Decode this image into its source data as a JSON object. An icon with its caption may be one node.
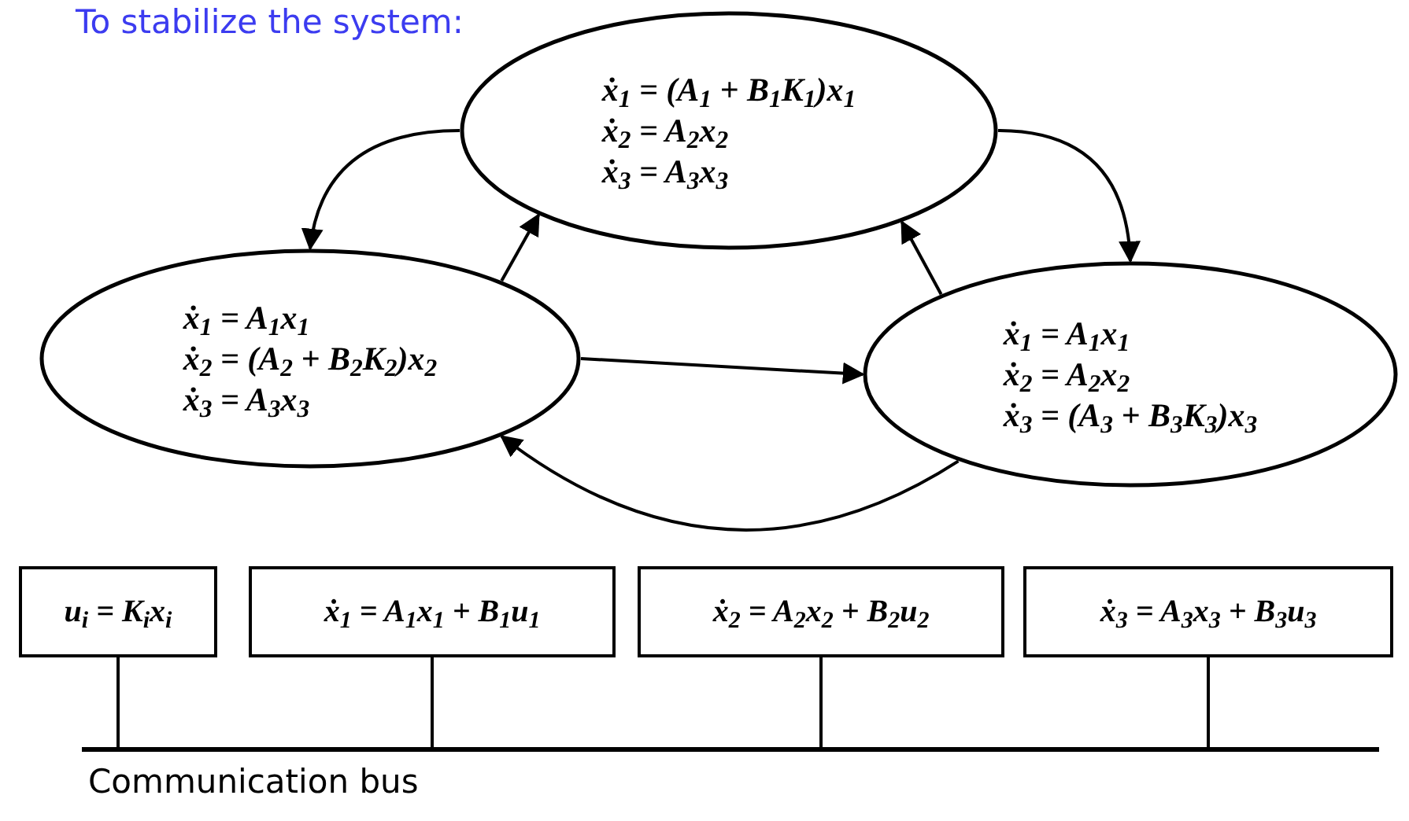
{
  "diagram": {
    "title": "To stabilize the system:",
    "nodes": [
      {
        "text": [
          "ẋ$_{1}$ = (A$_{1}$ + B$_{1}$K$_{1}$)x$_{1}$",
          "ẋ$_{2}$ = A$_{2}$x$_{2}$",
          "ẋ$_{3}$ = A$_{3}$x$_{3}$"
        ]
      },
      {
        "text": [
          "ẋ$_{1}$ = A$_{1}$x$_{1}$",
          "ẋ$_{2}$ = (A$_{2}$ + B$_{2}$K$_{2}$)x$_{2}$",
          "ẋ$_{3}$ = A$_{3}$x$_{3}$"
        ]
      },
      {
        "text": [
          "ẋ$_{1}$ = A$_{1}$x$_{1}$",
          "ẋ$_{2}$ = A$_{2}$x$_{2}$",
          "ẋ$_{3}$ = (A$_{3}$ + B$_{3}$K$_{3}$)x$_{3}$"
        ]
      },
      {
        "text": [
          "u$_{i}$ = K$_{i}$x$_{i}$"
        ]
      },
      {
        "text": [
          "ẋ$_{1}$ = A$_{1}$x$_{1}$ + B$_{1}$u$_{1}$"
        ]
      },
      {
        "text": [
          "ẋ$_{2}$ = A$_{2}$x$_{2}$ + B$_{2}$u$_{2}$"
        ]
      },
      {
        "text": [
          "ẋ$_{3}$ = A$_{3}$x$_{3}$ + B$_{3}$u$_{3}$"
        ]
      },
      {
        "text": [],
        "shape": "bar",
        "beside": [
          "Communication bus"
        ]
      }
    ],
    "edges": [
      {
        "from": 0,
        "to": 1,
        "arrow": "to"
      },
      {
        "from": 1,
        "to": 0,
        "arrow": "to"
      },
      {
        "from": 0,
        "to": 2,
        "arrow": "to"
      },
      {
        "from": 2,
        "to": 0,
        "arrow": "to"
      },
      {
        "from": 1,
        "to": 2,
        "arrow": "to"
      },
      {
        "from": 2,
        "to": 1,
        "arrow": "to"
      },
      {
        "from": 3,
        "to": 7,
        "arrow": "none"
      },
      {
        "from": 4,
        "to": 7,
        "arrow": "none"
      },
      {
        "from": 5,
        "to": 7,
        "arrow": "none"
      },
      {
        "from": 6,
        "to": 7,
        "arrow": "none"
      }
    ]
  }
}
